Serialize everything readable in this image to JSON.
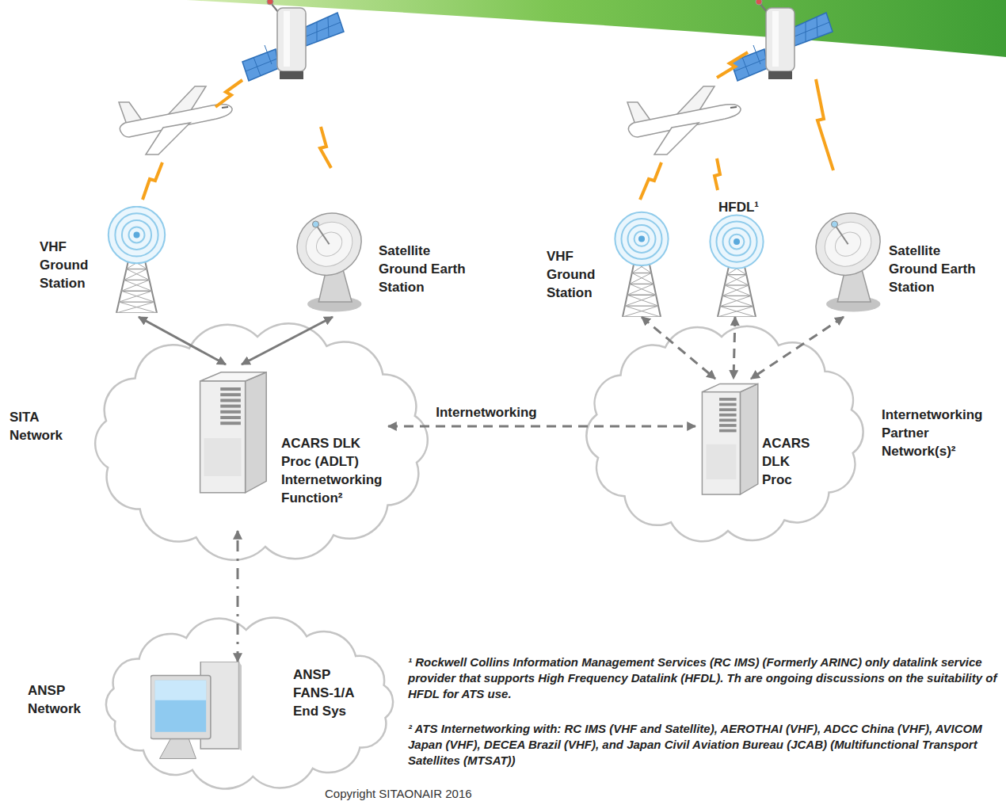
{
  "diagram": {
    "nodes": [
      {
        "text": [
          "SITA Network"
        ]
      },
      {
        "text": [
          "VHF Ground Station"
        ]
      },
      {
        "text": [
          "Satellite Ground Earth Station"
        ]
      },
      {
        "text": [
          "ACARS DLK Proc (ADLT) Internetworking Function²"
        ],
        "in": 0
      },
      {
        "text": [
          "Internetworking Partner Network(s)²"
        ]
      },
      {
        "text": [
          "VHF Ground Station"
        ]
      },
      {
        "text": [
          "HFDL¹"
        ]
      },
      {
        "text": [
          "Satellite Ground Earth Station"
        ]
      },
      {
        "text": [
          "ACARS DLK Proc"
        ],
        "in": 4
      },
      {
        "text": [
          "ANSP Network"
        ]
      },
      {
        "text": [
          "ANSP FANS-1/A End Sys"
        ],
        "in": 9
      }
    ],
    "edges": [
      {
        "from": 1,
        "to": 3,
        "arrow": "both"
      },
      {
        "from": 2,
        "to": 3,
        "arrow": "both"
      },
      {
        "from": 3,
        "to": 8,
        "label": "Internetworking",
        "arrow": "both"
      },
      {
        "from": 5,
        "to": 8,
        "arrow": "both"
      },
      {
        "from": 6,
        "to": 8,
        "arrow": "both"
      },
      {
        "from": 7,
        "to": 8,
        "arrow": "both"
      },
      {
        "from": 3,
        "to": 10,
        "arrow": "both"
      }
    ],
    "labels": [
      "¹ Rockwell Collins Information Management Services (RC IMS) (Formerly ARINC) only datalink service provider that supports High Frequency Datalink (HFDL). Th are ongoing discussions on the suitability of HFDL for ATS use.",
      "² ATS Internetworking with: RC IMS (VHF and Satellite), AEROTHAI (VHF), ADCC China (VHF), AVICOM Japan (VHF), DECEA Brazil (VHF), and Japan Civil Aviation Bureau (JCAB) (Multifunctional Transport Satellites (MTSAT))",
      "Copyright SITAONAIR 2016"
    ]
  }
}
